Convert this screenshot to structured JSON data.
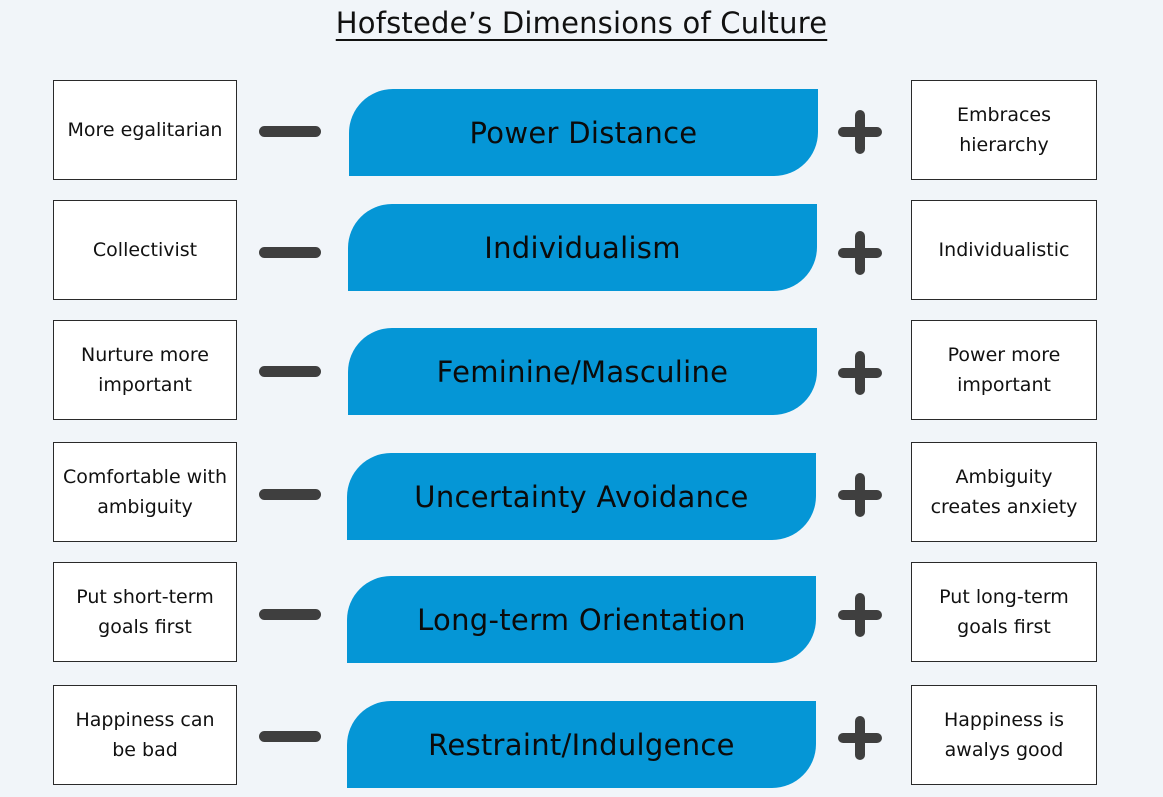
{
  "title": "Hofstede’s Dimensions of Culture",
  "dimensions": [
    {
      "name": "Power Distance",
      "low": "More egalitarian",
      "high": "Embraces hierarchy",
      "minus_symbol": "−",
      "plus_symbol": "+"
    },
    {
      "name": "Individualism",
      "low": "Collectivist",
      "high": "Individualistic",
      "minus_symbol": "−",
      "plus_symbol": "+"
    },
    {
      "name": "Feminine/Masculine",
      "low": "Nurture more important",
      "high": "Power more important",
      "minus_symbol": "−",
      "plus_symbol": "+"
    },
    {
      "name": "Uncertainty Avoidance",
      "low": "Comfortable with ambiguity",
      "high": "Ambiguity creates anxiety",
      "minus_symbol": "−",
      "plus_symbol": "+"
    },
    {
      "name": "Long-term Orientation",
      "low": "Put short-term goals first",
      "high": "Put long-term goals first",
      "minus_symbol": "−",
      "plus_symbol": "+"
    },
    {
      "name": "Restraint/Indulgence",
      "low": "Happiness can be bad",
      "high": "Happiness is awalys good",
      "minus_symbol": "−",
      "plus_symbol": "+"
    }
  ],
  "colors": {
    "pill": "#0596d6",
    "symbol": "#3f3f3f",
    "background": "#f1f5f9"
  }
}
